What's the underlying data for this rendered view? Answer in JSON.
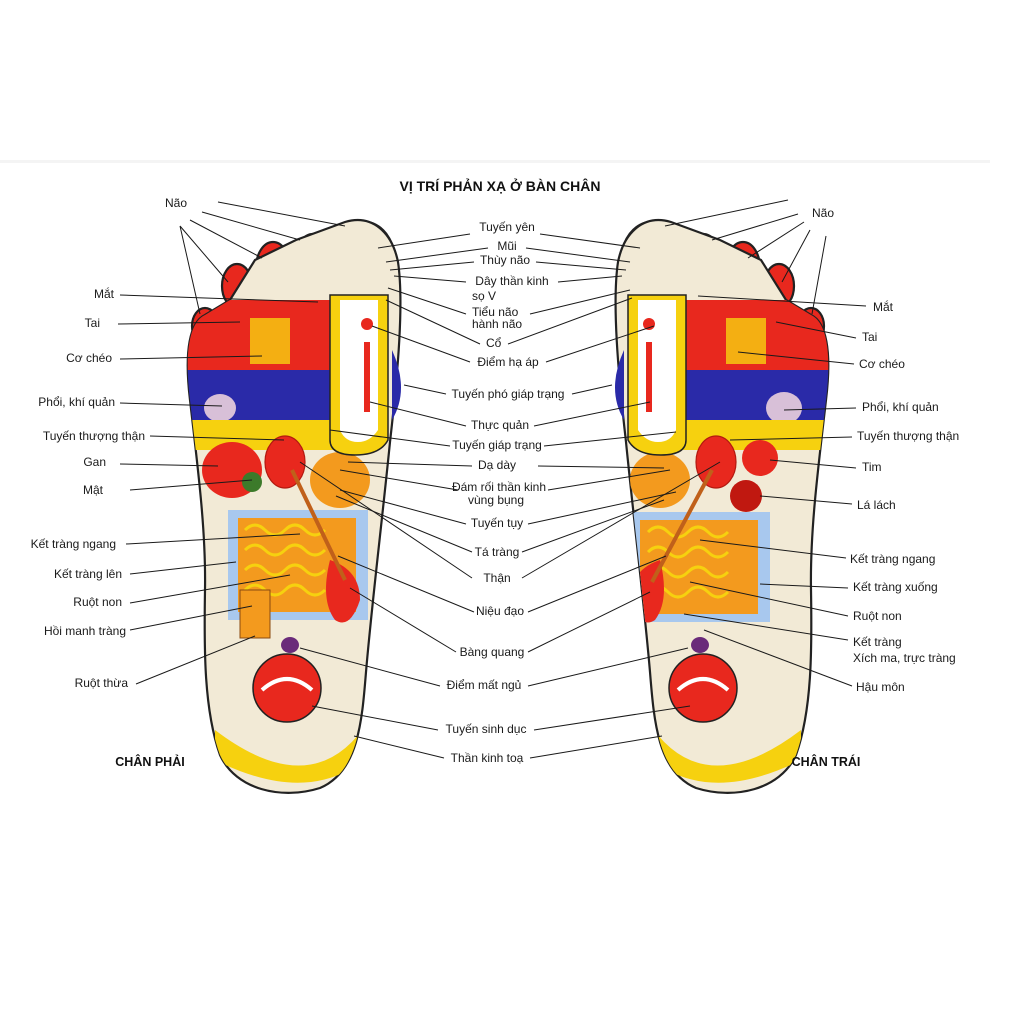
{
  "title": "VỊ TRÍ PHẢN XẠ Ở BÀN CHÂN",
  "right_foot_caption": "CHÂN PHẢI",
  "left_foot_caption": "CHÂN TRÁI",
  "left_labels": [
    "Não",
    "Mắt",
    "Tai",
    "Cơ chéo",
    "Phổi, khí quản",
    "Tuyến thượng thận",
    "Gan",
    "Mật",
    "Kết tràng ngang",
    "Kết tràng lên",
    "Ruột non",
    "Hồi manh tràng",
    "Ruột thừa"
  ],
  "center_labels": [
    "Tuyến yên",
    "Mũi",
    "Thùy não",
    "Dây thần kinh",
    "sọ V",
    "Tiểu não",
    "hành não",
    "Cổ",
    "Điểm hạ áp",
    "Tuyến phó giáp trạng",
    "Thực quản",
    "Tuyến giáp trạng",
    "Dạ dày",
    "Đám rối thần kinh",
    "vùng bụng",
    "Tuyến tụy",
    "Tá tràng",
    "Thận",
    "Niệu đạo",
    "Bàng quang",
    "Điểm mất ngủ",
    "Tuyến sinh dục",
    "Thần kinh toạ"
  ],
  "right_labels": [
    "Não",
    "Mắt",
    "Tai",
    "Cơ chéo",
    "Phổi, khí quản",
    "Tuyến thượng thận",
    "Tim",
    "Lá lách",
    "Kết tràng ngang",
    "Kết tràng xuống",
    "Ruột non",
    "Kết tràng",
    "Xích ma, trực tràng",
    "Hậu môn"
  ],
  "colors": {
    "red": "#e8281e",
    "yellow": "#f6d10f",
    "blue": "#2a2aa8",
    "orange": "#f39a1e",
    "cream": "#f2ead6",
    "outline": "#222222"
  }
}
